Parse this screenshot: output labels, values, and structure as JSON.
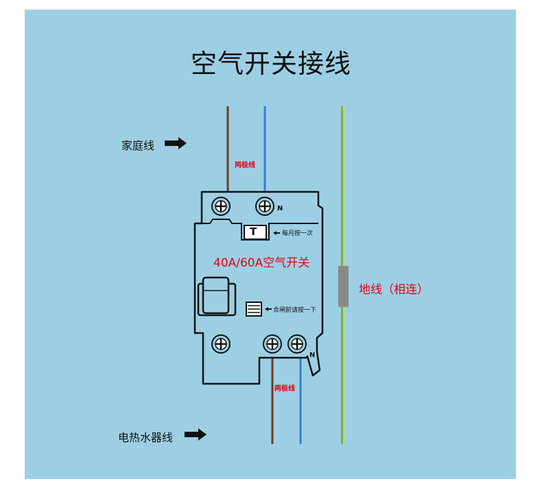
{
  "title": "空气开关接线",
  "labels": {
    "home_line": "家庭线",
    "heater_line": "电热水器线",
    "two_pole_top": "两极线",
    "two_pole_bottom": "两极线",
    "breaker_model": "40A/60A空气开关",
    "press_monthly": "每月按一次",
    "press_before_close": "合闸前请按一下",
    "earth_line": "地线（相连）",
    "neutral_top": "N",
    "neutral_bottom": "N",
    "test_button": "T"
  },
  "colors": {
    "background": "#9dcfe4",
    "live_wire": "#6b3a24",
    "neutral_wire": "#2f7fd6",
    "earth_green": "#7ab52e",
    "earth_yellow": "#e3e32a",
    "earth_connector": "#8a8a8a",
    "label_red": "#e60012"
  }
}
